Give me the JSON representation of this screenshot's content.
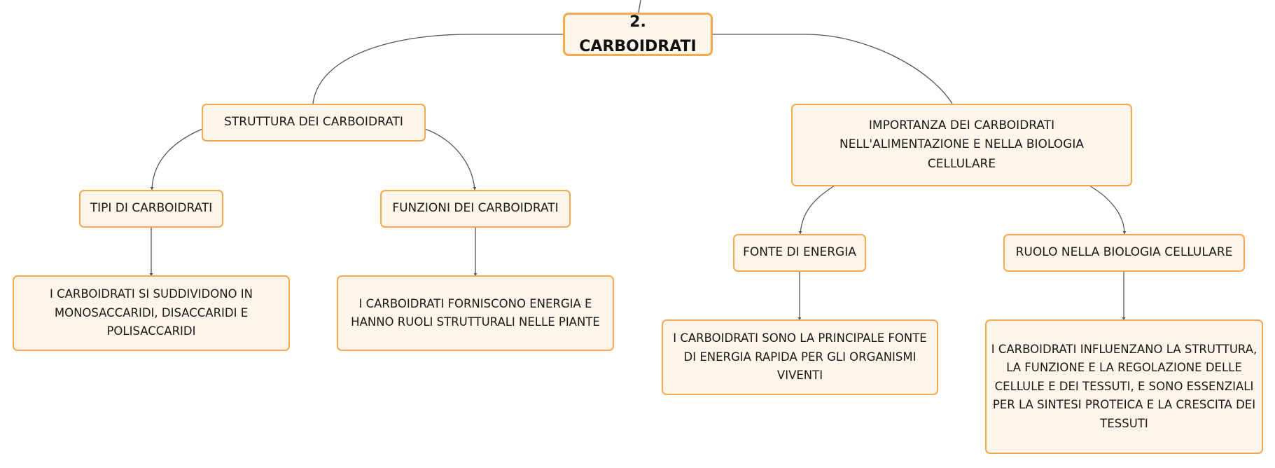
{
  "colors": {
    "node_border": "#f5a94f",
    "node_fill": "#fdf4ea",
    "edge": "#555555"
  },
  "mindmap": {
    "root": {
      "label": "2. CARBOIDRATI"
    },
    "structure": {
      "label": "STRUTTURA DEI CARBOIDRATI",
      "types": {
        "label": "TIPI DI CARBOIDRATI",
        "detail": "I CARBOIDRATI SI SUDDIVIDONO IN MONOSACCARIDI, DISACCARIDI E POLISACCARIDI"
      },
      "functions": {
        "label": "FUNZIONI DEI CARBOIDRATI",
        "detail": "I CARBOIDRATI FORNISCONO ENERGIA E HANNO RUOLI STRUTTURALI NELLE PIANTE"
      }
    },
    "importance": {
      "label": "IMPORTANZA DEI CARBOIDRATI NELL'ALIMENTAZIONE E NELLA BIOLOGIA CELLULARE",
      "energy": {
        "label": "FONTE DI ENERGIA",
        "detail": "I CARBOIDRATI SONO LA PRINCIPALE FONTE DI ENERGIA RAPIDA PER GLI ORGANISMI VIVENTI"
      },
      "cell_role": {
        "label": "RUOLO NELLA BIOLOGIA CELLULARE",
        "detail": "I CARBOIDRATI INFLUENZANO LA STRUTTURA, LA FUNZIONE E LA REGOLAZIONE DELLE CELLULE E DEI TESSUTI, E SONO ESSENZIALI PER LA SINTESI PROTEICA E LA CRESCITA DEI TESSUTI"
      }
    }
  }
}
